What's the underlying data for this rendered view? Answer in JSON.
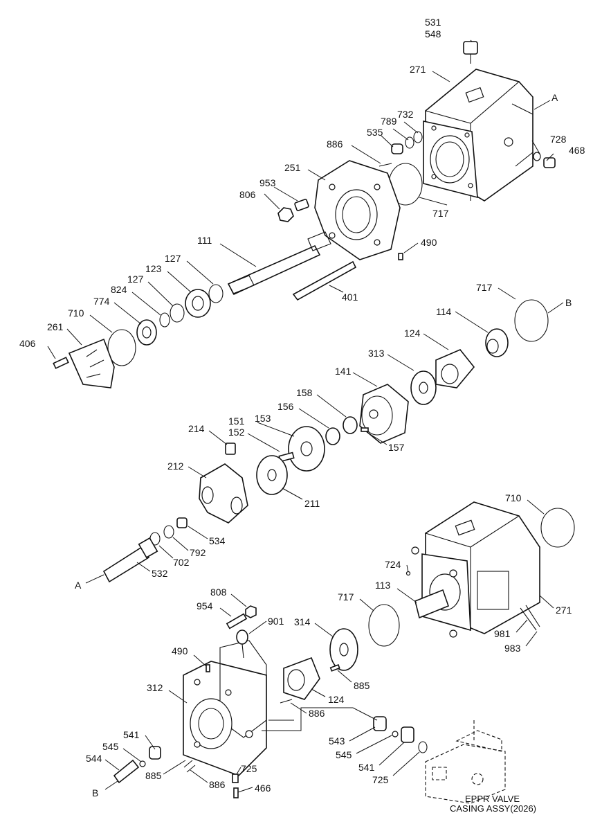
{
  "diagram": {
    "labels": [
      {
        "id": "l531",
        "text": "531"
      },
      {
        "id": "l548",
        "text": "548"
      },
      {
        "id": "l271a",
        "text": "271"
      },
      {
        "id": "lA1",
        "text": "A"
      },
      {
        "id": "l732",
        "text": "732"
      },
      {
        "id": "l789",
        "text": "789"
      },
      {
        "id": "l535",
        "text": "535"
      },
      {
        "id": "l886a",
        "text": "886"
      },
      {
        "id": "l728",
        "text": "728"
      },
      {
        "id": "l468",
        "text": "468"
      },
      {
        "id": "l251",
        "text": "251"
      },
      {
        "id": "l953",
        "text": "953"
      },
      {
        "id": "l806",
        "text": "806"
      },
      {
        "id": "l717a",
        "text": "717"
      },
      {
        "id": "l490a",
        "text": "490"
      },
      {
        "id": "l111",
        "text": "111"
      },
      {
        "id": "l127a",
        "text": "127"
      },
      {
        "id": "l123",
        "text": "123"
      },
      {
        "id": "l127b",
        "text": "127"
      },
      {
        "id": "l824",
        "text": "824"
      },
      {
        "id": "l774",
        "text": "774"
      },
      {
        "id": "l710a",
        "text": "710"
      },
      {
        "id": "l261",
        "text": "261"
      },
      {
        "id": "l406",
        "text": "406"
      },
      {
        "id": "l401",
        "text": "401"
      },
      {
        "id": "l717b",
        "text": "717"
      },
      {
        "id": "lB1",
        "text": "B"
      },
      {
        "id": "l114",
        "text": "114"
      },
      {
        "id": "l124a",
        "text": "124"
      },
      {
        "id": "l313",
        "text": "313"
      },
      {
        "id": "l141",
        "text": "141"
      },
      {
        "id": "l158",
        "text": "158"
      },
      {
        "id": "l156",
        "text": "156"
      },
      {
        "id": "l153",
        "text": "153"
      },
      {
        "id": "l151",
        "text": "151"
      },
      {
        "id": "l152",
        "text": "152"
      },
      {
        "id": "l214",
        "text": "214"
      },
      {
        "id": "l157",
        "text": "157"
      },
      {
        "id": "l212",
        "text": "212"
      },
      {
        "id": "l211",
        "text": "211"
      },
      {
        "id": "l534",
        "text": "534"
      },
      {
        "id": "l792",
        "text": "792"
      },
      {
        "id": "l702",
        "text": "702"
      },
      {
        "id": "l532",
        "text": "532"
      },
      {
        "id": "lA2",
        "text": "A"
      },
      {
        "id": "l710b",
        "text": "710"
      },
      {
        "id": "l724",
        "text": "724"
      },
      {
        "id": "l113",
        "text": "113"
      },
      {
        "id": "l717c",
        "text": "717"
      },
      {
        "id": "l271b",
        "text": "271"
      },
      {
        "id": "l808",
        "text": "808"
      },
      {
        "id": "l954",
        "text": "954"
      },
      {
        "id": "l901",
        "text": "901"
      },
      {
        "id": "l314",
        "text": "314"
      },
      {
        "id": "l981",
        "text": "981"
      },
      {
        "id": "l983",
        "text": "983"
      },
      {
        "id": "l490b",
        "text": "490"
      },
      {
        "id": "l312",
        "text": "312"
      },
      {
        "id": "l885a",
        "text": "885"
      },
      {
        "id": "l124b",
        "text": "124"
      },
      {
        "id": "l886b",
        "text": "886"
      },
      {
        "id": "l541a",
        "text": "541"
      },
      {
        "id": "l545a",
        "text": "545"
      },
      {
        "id": "l544",
        "text": "544"
      },
      {
        "id": "lB2",
        "text": "B"
      },
      {
        "id": "l885b",
        "text": "885"
      },
      {
        "id": "l886c",
        "text": "886"
      },
      {
        "id": "l725a",
        "text": "725"
      },
      {
        "id": "l466",
        "text": "466"
      },
      {
        "id": "l543",
        "text": "543"
      },
      {
        "id": "l545b",
        "text": "545"
      },
      {
        "id": "l541b",
        "text": "541"
      },
      {
        "id": "l725b",
        "text": "725"
      }
    ],
    "caption": {
      "line1": "EPPR VALVE",
      "line2": "CASING ASSY(2026)"
    }
  }
}
